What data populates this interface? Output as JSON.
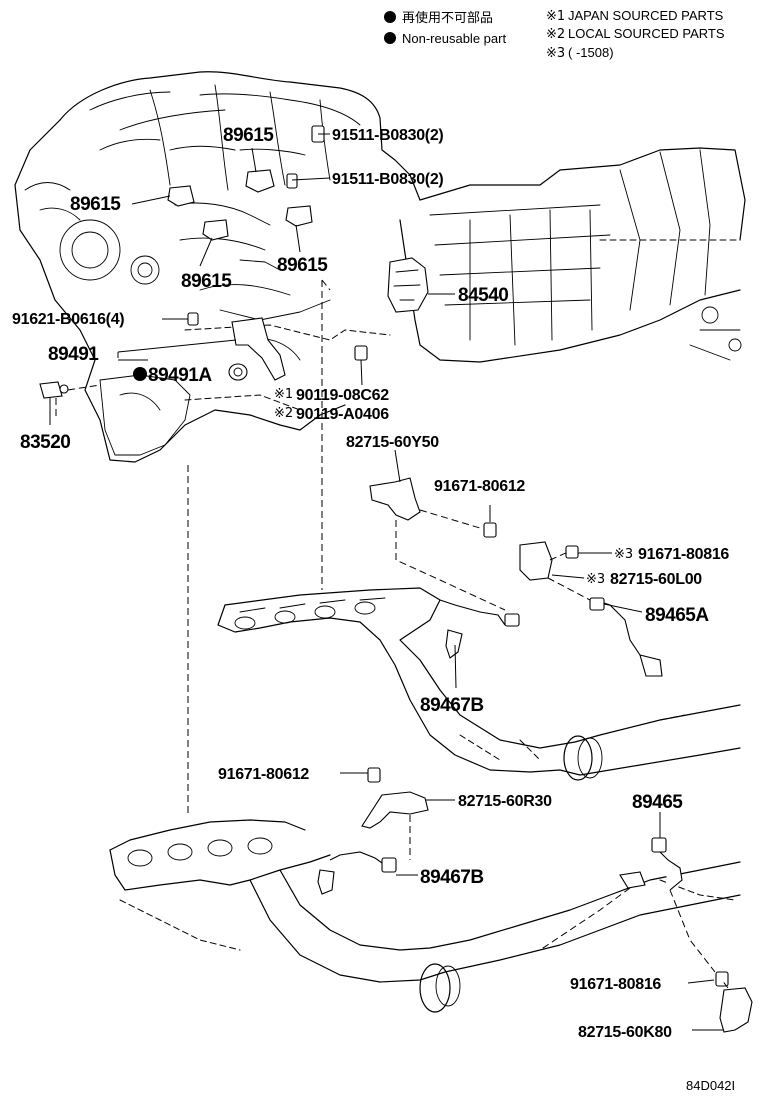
{
  "legend": {
    "reusable_text": "再使用不可部品",
    "nonreusable_text": "Non-reusable part",
    "notes": [
      {
        "mark": "※1",
        "text": "JAPAN SOURCED PARTS"
      },
      {
        "mark": "※2",
        "text": "LOCAL SOURCED PARTS"
      },
      {
        "mark": "※3",
        "text": "(        -1508)"
      }
    ]
  },
  "labels": {
    "p_89615_a": "89615",
    "p_91511_a": "91511-B0830(2)",
    "p_91511_b": "91511-B0830(2)",
    "p_89615_b": "89615",
    "p_89615_c": "89615",
    "p_89615_d": "89615",
    "p_84540": "84540",
    "p_91621": "91621-B0616(4)",
    "p_89491": "89491",
    "p_89491a": "89491A",
    "p_90119_1_mark": "※1",
    "p_90119_1": "90119-08C62",
    "p_90119_2_mark": "※2",
    "p_90119_2": "90119-A0406",
    "p_83520": "83520",
    "p_82715_y50": "82715-60Y50",
    "p_91671_80612_a": "91671-80612",
    "p_91671_80816_a_mark": "※3",
    "p_91671_80816_a": "91671-80816",
    "p_82715_l00_mark": "※3",
    "p_82715_l00": "82715-60L00",
    "p_89465a": "89465A",
    "p_89467b_a": "89467B",
    "p_91671_80612_b": "91671-80612",
    "p_82715_r30": "82715-60R30",
    "p_89465": "89465",
    "p_89467b_b": "89467B",
    "p_91671_80816_b": "91671-80816",
    "p_82715_k80": "82715-60K80"
  },
  "drawing_code": "84D042I"
}
